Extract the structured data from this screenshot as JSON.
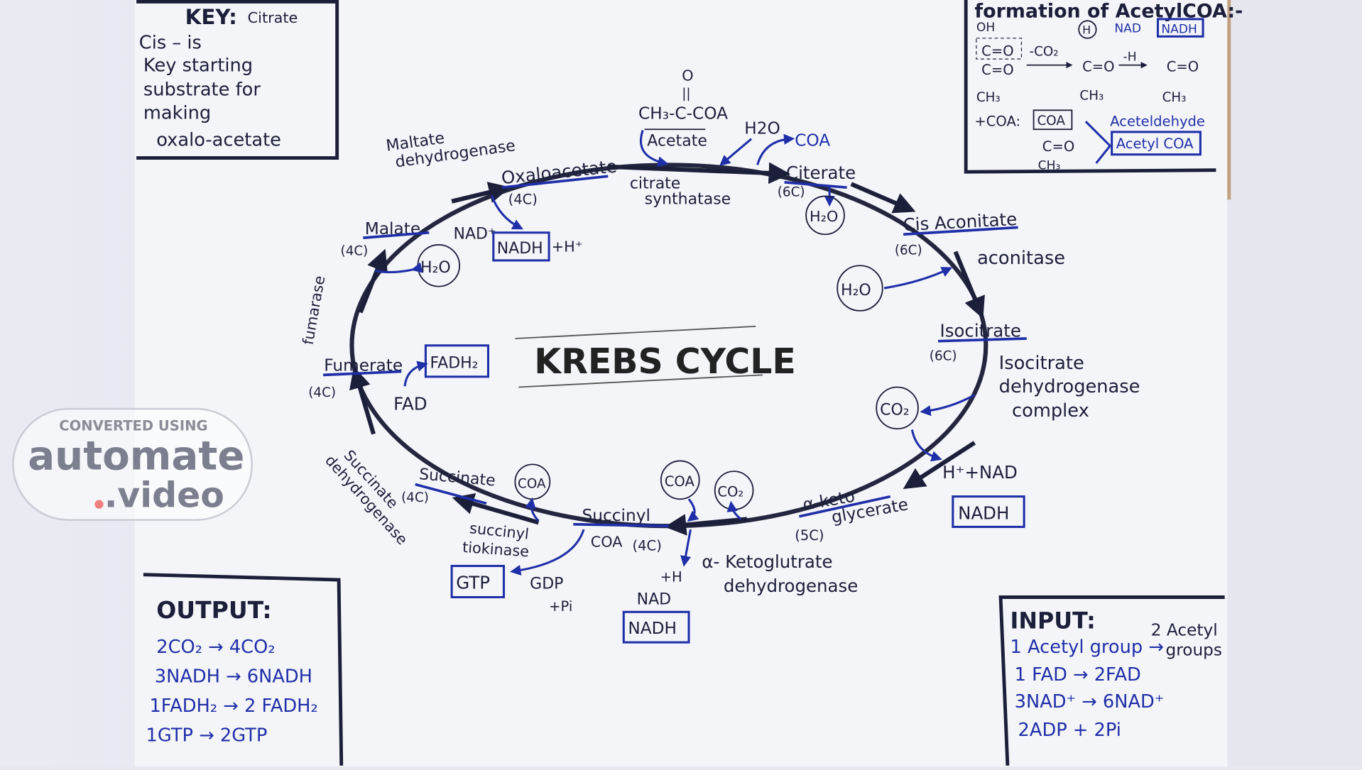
{
  "key_box": {
    "title": "KEY:",
    "overlap": "Citrate",
    "lines": [
      "Cis – is",
      "Key starting",
      "substrate for",
      "making",
      "oxalo-acetate"
    ]
  },
  "acetyl_box": {
    "title": "formation of AcetylCOA:-",
    "oh": "OH",
    "h_circle": "H",
    "nad": "NAD",
    "nadh": "NADH",
    "c_o_1": "C=O",
    "c_o_2": "C=O",
    "minus_co2": "-CO₂",
    "c_o_3": "C=O",
    "minus_h": "-H",
    "c_o_4": "C=O",
    "ch3_1": "CH₃",
    "ch3_2": "CH₃",
    "ch3_3": "CH₃",
    "plus_coa": "+COA:",
    "coa_box": "COA",
    "c_o_5": "C=O",
    "ch3_4": "CH₃",
    "aceteldehyde": "Aceteldehyde",
    "acetyl_coa": "Acetyl COA"
  },
  "title": "KREBS CYCLE",
  "cycle": {
    "acetate_o": "O",
    "acetate_bond": "||",
    "acetate_formula": "CH₃-C-COA",
    "acetate": "Acetate",
    "h2o_top": "H2O",
    "coa_top": "COA",
    "malate_dh": [
      "Maltate",
      "dehydrogenase"
    ],
    "oxaloacetate": "Oxaloacetate",
    "oxaloacetate_c": "(4C)",
    "citrate_synthase": [
      "citrate",
      "synthatase"
    ],
    "citrate": "Citerate",
    "citrate_c": "(6C)",
    "h2o_citrate": "H₂O",
    "cis_aconitate": "Cis Aconitate",
    "cis_aconitate_c": "(6C)",
    "aconitase": "aconitase",
    "h2o_aconitase": "H₂O",
    "isocitrate": "Isocitrate",
    "isocitrate_c": "(6C)",
    "isocitrate_dh": [
      "Isocitrate",
      "dehydrogenase",
      "complex"
    ],
    "co2_isocitrate": "CO₂",
    "h_nad": "H⁺+NAD",
    "nadh_right": "NADH",
    "alpha_keto": [
      "α-keto",
      "glycerate"
    ],
    "alpha_keto_c": "(5C)",
    "coa_bottom": "COA",
    "co2_bottom": "CO₂",
    "succinyl_coa": [
      "Succinyl",
      "COA"
    ],
    "succinyl_coa_c": "(4C)",
    "akg_dh": [
      "α- Ketoglutrate",
      "dehydrogenase"
    ],
    "plus_h": "+H",
    "nad_bottom": "NAD",
    "nadh_bottom": "NADH",
    "succinyl_tiokinase": [
      "succinyl",
      "tiokinase"
    ],
    "gtp": "GTP",
    "gdp": "GDP",
    "pi": "+Pi",
    "coa_succinate": "COA",
    "succinate": "Succinate",
    "succinate_c": "(4C)",
    "succinate_dh": [
      "Succinate",
      "dehydrogenase"
    ],
    "fumarate": "Fumerate",
    "fumarate_c": "(4C)",
    "fadh2": "FADH₂",
    "fad": "FAD",
    "fumarase": "fumarase",
    "malate": "Malate",
    "malate_c": "(4C)",
    "h2o_malate": "H₂O",
    "nad_plus": "NAD⁺",
    "nadh_left": "NADH",
    "h_plus": "+H⁺"
  },
  "output_box": {
    "title": "OUTPUT:",
    "lines": [
      "2CO₂ → 4CO₂",
      "3NADH → 6NADH",
      "1FADH₂ → 2 FADH₂",
      "1GTP → 2GTP"
    ]
  },
  "input_box": {
    "title": "INPUT:",
    "acetyl_result": [
      "2 Acetyl",
      "groups"
    ],
    "lines": [
      "1 Acetyl group →",
      "1 FAD → 2FAD",
      "3NAD⁺ → 6NAD⁺",
      "2ADP + 2Pi"
    ]
  },
  "watermark": {
    "line1": "CONVERTED USING",
    "line2": "automate",
    "line3": ".video"
  },
  "colors": {
    "ink_blue": "#1f2fa8",
    "ink_black": "#1c1f3a",
    "paper": "#f4f5f9"
  }
}
